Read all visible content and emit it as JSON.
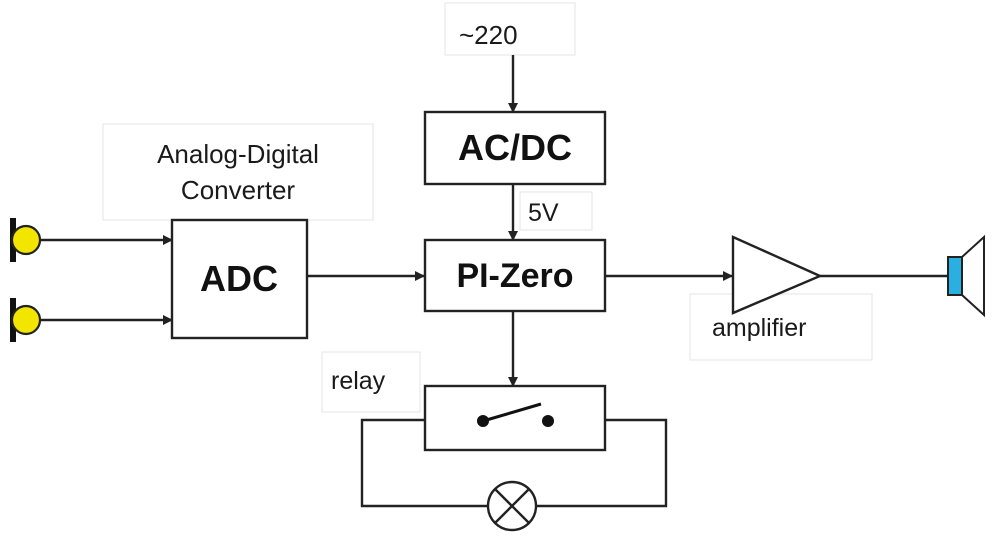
{
  "labels": {
    "mains": "~220",
    "adc_caption_line1": "Analog-Digital",
    "adc_caption_line2": "Converter",
    "voltage": "5V",
    "relay": "relay",
    "amplifier": "amplifier"
  },
  "blocks": {
    "acdc": "AC/DC",
    "adc": "ADC",
    "pizero": "PI-Zero"
  },
  "colors": {
    "microphone": "#f2e600",
    "speaker": "#2ab0e0",
    "line": "#222222"
  },
  "icons": {
    "inputs": "microphone-icon",
    "output": "speaker-icon",
    "lamp": "lamp-icon",
    "switch": "relay-switch-icon",
    "amplifier": "amplifier-triangle-icon"
  }
}
